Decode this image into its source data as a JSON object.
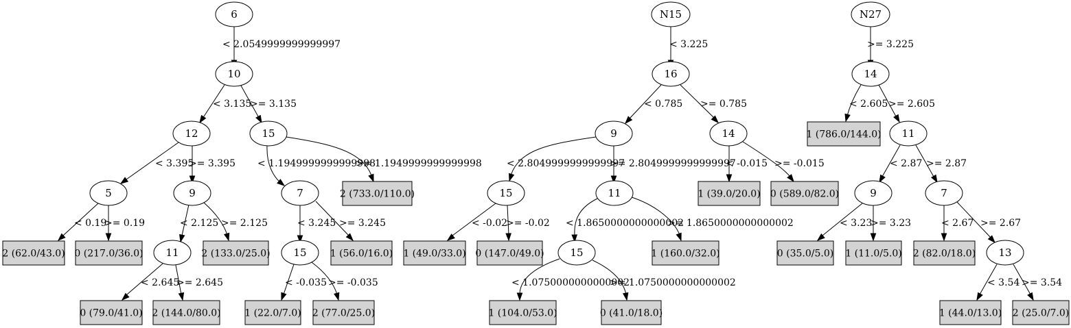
{
  "decision_tree": {
    "nodes": {
      "r1": "6",
      "n10": "10",
      "n12": "12",
      "n15a": "15",
      "n5": "5",
      "n9a": "9",
      "n7a": "7",
      "n11a": "11",
      "n15b": "15",
      "r2": "N15",
      "n16": "16",
      "n9b": "9",
      "n14a": "14",
      "n15c": "15",
      "n11b": "11",
      "n15d": "15",
      "r3": "N27",
      "n14b": "14",
      "n11c": "11",
      "n9c": "9",
      "n7b": "7",
      "n13": "13"
    },
    "leaves": {
      "l1": "2 (733.0/110.0)",
      "l2": "2 (62.0/43.0)",
      "l3": "0 (217.0/36.0)",
      "l4": "2 (133.0/25.0)",
      "l5": "1 (56.0/16.0)",
      "l6": "0 (79.0/41.0)",
      "l7": "2 (144.0/80.0)",
      "l8": "1 (22.0/7.0)",
      "l9": "2 (77.0/25.0)",
      "l10": "1 (39.0/20.0)",
      "l11": "0 (589.0/82.0)",
      "l12": "1 (49.0/33.0)",
      "l13": "0 (147.0/49.0)",
      "l14": "1 (160.0/32.0)",
      "l15": "1 (104.0/53.0)",
      "l16": "0 (41.0/18.0)",
      "l17": "1 (786.0/144.0)",
      "l18": "0 (35.0/5.0)",
      "l19": "1 (11.0/5.0)",
      "l20": "2 (82.0/18.0)",
      "l21": "1 (44.0/13.0)",
      "l22": "2 (25.0/7.0)"
    },
    "edges": {
      "e1": "< 2.0549999999999997",
      "e2": "< 3.135",
      "e3": ">= 3.135",
      "e4": "< 3.395",
      "e5": ">= 3.395",
      "e6": "< 1.1949999999999998",
      "e7": ">= 1.1949999999999998",
      "e8": "< 0.19",
      "e9": ">= 0.19",
      "e10": "< 2.125",
      "e11": ">= 2.125",
      "e12": "< 3.245",
      "e13": ">= 3.245",
      "e14": "< 2.645",
      "e15": ">= 2.645",
      "e16": "< -0.035",
      "e17": ">= -0.035",
      "e18": "< 3.225",
      "e19": "< 0.785",
      "e20": ">= 0.785",
      "e21": "< 2.8049999999999997",
      "e22": ">= 2.8049999999999997",
      "e23": "< -0.015",
      "e24": ">= -0.015",
      "e25": "< -0.02",
      "e26": ">= -0.02",
      "e27": "< 1.8650000000000002",
      "e28": ">= 1.8650000000000002",
      "e29": "< 1.0750000000000002",
      "e30": ">= 1.0750000000000002",
      "e31": ">= 3.225",
      "e32": "< 2.605",
      "e33": ">= 2.605",
      "e34": "< 2.87",
      "e35": ">= 2.87",
      "e36": "< 3.23",
      "e37": ">= 3.23",
      "e38": "< 2.67",
      "e39": ">= 2.67",
      "e40": "< 3.54",
      "e41": ">= 3.54"
    }
  }
}
